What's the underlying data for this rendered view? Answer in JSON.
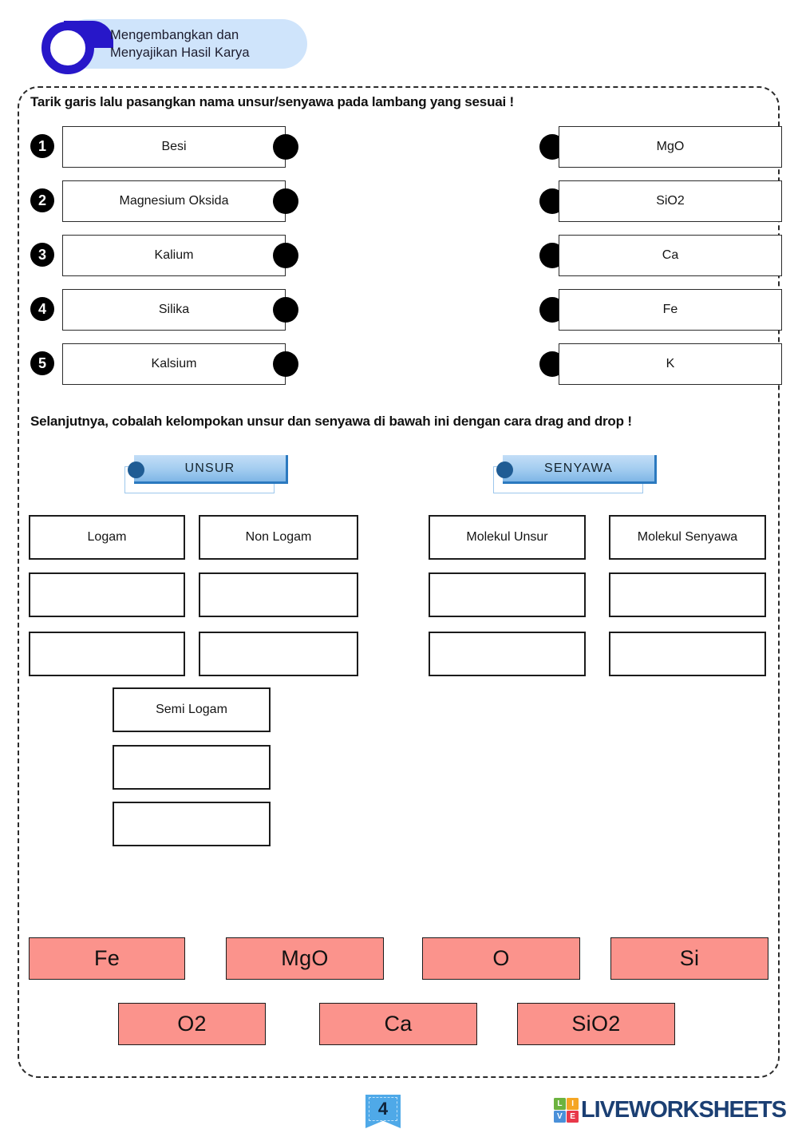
{
  "header": {
    "line1": "Mengembangkan dan",
    "line2": "Menyajikan Hasil Karya",
    "icon": "ring-tail-icon",
    "pill_color": "#cfe4fb",
    "ring_color": "#2717c9"
  },
  "instructions": {
    "matching": "Tarik garis lalu pasangkan nama unsur/senyawa pada lambang yang sesuai !",
    "grouping": "Selanjutnya, cobalah kelompokan unsur dan senyawa di bawah ini dengan cara drag and drop !"
  },
  "matching": {
    "left_items": [
      {
        "number": "❶",
        "label": "Besi"
      },
      {
        "number": "❷",
        "label": "Magnesium Oksida"
      },
      {
        "number": "❸",
        "label": "Kalium"
      },
      {
        "number": "❹",
        "label": "Silika"
      },
      {
        "number": "❺",
        "label": "Kalsium"
      }
    ],
    "right_items": [
      {
        "label": "MgO"
      },
      {
        "label": "SiO2"
      },
      {
        "label": "Ca"
      },
      {
        "label": "Fe"
      },
      {
        "label": "K"
      }
    ]
  },
  "grouping": {
    "tabs": [
      {
        "label": "UNSUR"
      },
      {
        "label": "SENYAWA"
      }
    ],
    "categories": [
      {
        "header": "Logam",
        "slots": [
          "",
          ""
        ]
      },
      {
        "header": "Non Logam",
        "slots": [
          "",
          ""
        ]
      },
      {
        "header": "Molekul Unsur",
        "slots": [
          "",
          ""
        ]
      },
      {
        "header": "Molekul  Senyawa",
        "slots": [
          "",
          ""
        ]
      },
      {
        "header": "Semi Logam",
        "slots": [
          "",
          ""
        ]
      }
    ]
  },
  "chips": {
    "color": "#fb938c",
    "row1": [
      "Fe",
      "MgO",
      "O",
      "Si"
    ],
    "row2": [
      "O2",
      "Ca",
      "SiO2"
    ]
  },
  "footer": {
    "page_number": "4",
    "logo_cells": [
      {
        "letter": "L",
        "color": "#6cb33f"
      },
      {
        "letter": "I",
        "color": "#f5a623"
      },
      {
        "letter": "V",
        "color": "#4a90d9"
      },
      {
        "letter": "E",
        "color": "#e8394a"
      }
    ],
    "logo_word": "LIVEWORKSHEETS"
  }
}
